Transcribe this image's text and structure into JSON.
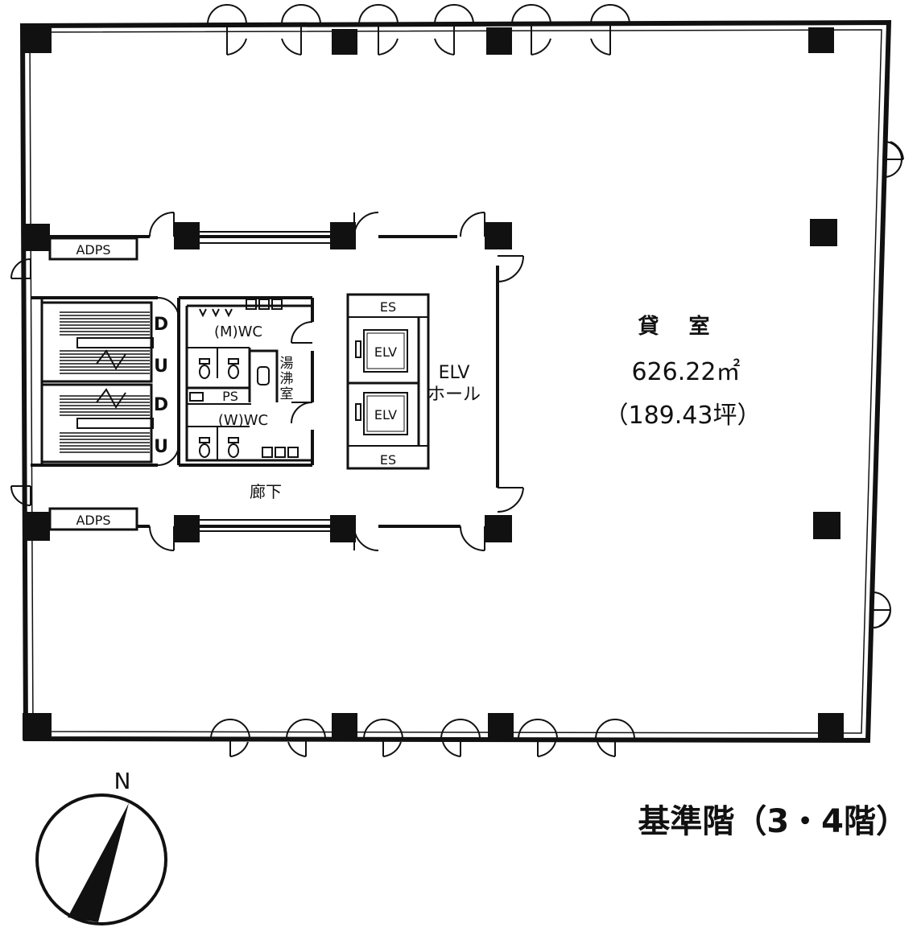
{
  "labels": {
    "rental_room": "貸 室",
    "area_sqm": "626.22㎡",
    "area_tsubo": "（189.43坪）",
    "elv_hall_line1": "ELV",
    "elv_hall_line2": "ホール",
    "corridor": "廊下",
    "wc_men": "(M)WC",
    "wc_women": "(W)WC",
    "ps": "PS",
    "kitchenette_line1": "湯",
    "kitchenette_line2": "沸",
    "kitchenette_line3": "室",
    "elevator": "ELV",
    "es": "ES",
    "adps": "ADPS",
    "stair_down": "D",
    "stair_up": "U",
    "north": "N",
    "floor_title": "基準階（3・4階）"
  },
  "colors": {
    "wall": "#111111",
    "background": "#ffffff"
  },
  "icons": [
    "compass-icon",
    "door-swing-icon",
    "toilet-icon",
    "column-icon"
  ]
}
